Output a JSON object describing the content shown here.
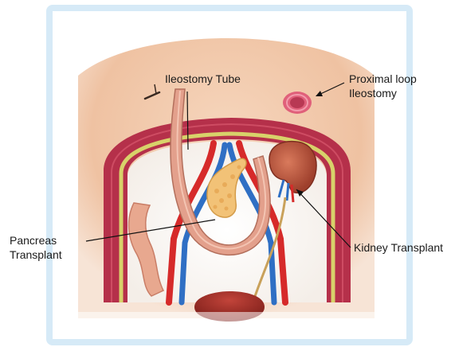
{
  "labels": {
    "ileostomy_tube": "Ileostomy Tube",
    "proximal_line1": "Proximal loop",
    "proximal_line2": "Ileostomy",
    "pancreas_line1": "Pancreas",
    "pancreas_line2": "Transplant",
    "kidney_transplant": "Kidney Transplant"
  },
  "colors": {
    "frame_border": "#d6eaf7",
    "skin": "#f3cdb0",
    "muscle": "#b5304a",
    "fat_layer": "#d8d26a",
    "artery": "#d62a2a",
    "vein": "#2f6fc4",
    "bowel": "#e3a08c",
    "pancreas": "#f2c277",
    "kidney": "#b8533c",
    "bladder": "#9c2b24",
    "tube": "#c9a15a"
  }
}
